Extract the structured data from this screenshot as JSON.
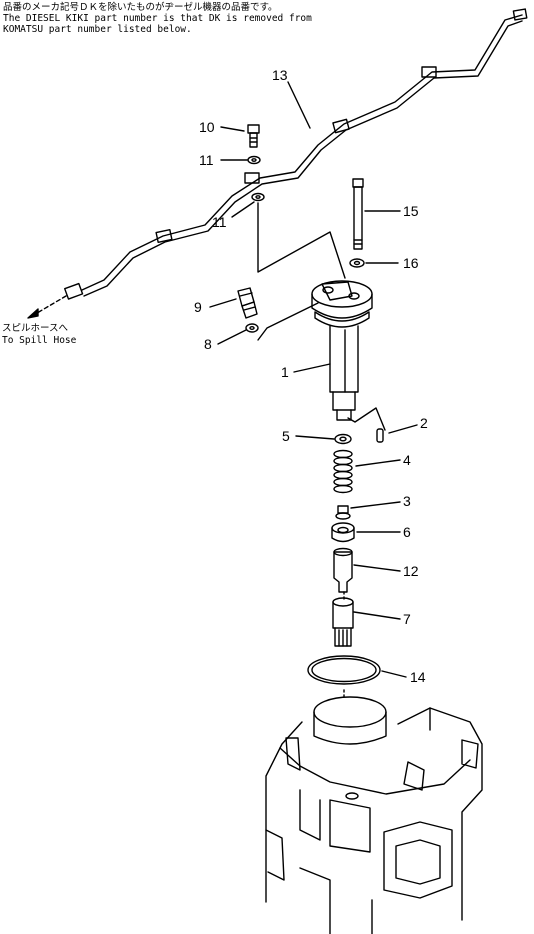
{
  "header_notes": [
    "品番のメーカ記号ＤＫを除いたものがヂーゼル機器の品番です。",
    "The DIESEL KIKI part number is that DK is removed from",
    "KOMATSU part number listed below."
  ],
  "spill_label": {
    "jp": "スピルホースへ",
    "en": "To Spill Hose"
  },
  "callouts": [
    "13",
    "10",
    "11",
    "11",
    "15",
    "16",
    "9",
    "8",
    "1",
    "2",
    "5",
    "4",
    "3",
    "6",
    "12",
    "7",
    "14"
  ],
  "colors": {
    "ink": "#000000",
    "paper": "#ffffff"
  }
}
